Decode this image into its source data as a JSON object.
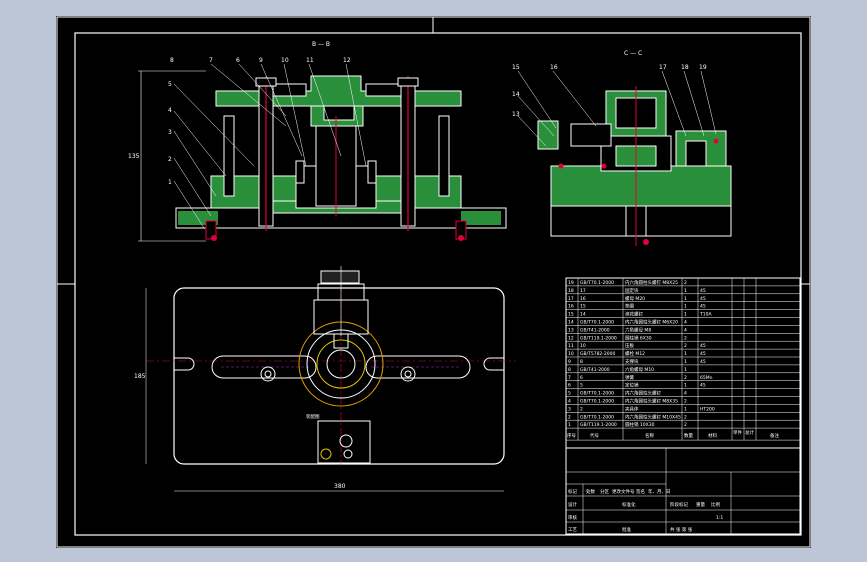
{
  "section_labels": {
    "front": "B — B",
    "side": "C — C"
  },
  "front_callouts": [
    "8",
    "7",
    "6",
    "9",
    "10",
    "11",
    "12",
    "5",
    "4",
    "3",
    "2",
    "1"
  ],
  "side_callouts": [
    "15",
    "16",
    "17",
    "18",
    "19",
    "14",
    "13"
  ],
  "dims": {
    "front_height": "135",
    "plan_height": "185",
    "plan_width": "380"
  },
  "plan_note": "装配图",
  "bom_rows": [
    {
      "no": "19",
      "code": "GB/T70.1-2000",
      "name": "内六角圆柱头螺钉 M8X25",
      "qty": "2",
      "mat": ""
    },
    {
      "no": "18",
      "code": "17",
      "name": "固定块",
      "qty": "1",
      "mat": "45"
    },
    {
      "no": "17",
      "code": "16",
      "name": "螺母 M20",
      "qty": "1",
      "mat": "45"
    },
    {
      "no": "16",
      "code": "15",
      "name": "垫圈",
      "qty": "1",
      "mat": "45"
    },
    {
      "no": "15",
      "code": "14",
      "name": "滚花螺钉",
      "qty": "1",
      "mat": "T10A"
    },
    {
      "no": "14",
      "code": "GB/T70.1-2000",
      "name": "内六角圆柱头螺钉 M6X20",
      "qty": "4",
      "mat": ""
    },
    {
      "no": "13",
      "code": "GB/T41-2000",
      "name": "六角螺母 M8",
      "qty": "4",
      "mat": ""
    },
    {
      "no": "12",
      "code": "GB/T119.1-2000",
      "name": "圆柱销 6X30",
      "qty": "2",
      "mat": ""
    },
    {
      "no": "11",
      "code": "10",
      "name": "压板",
      "qty": "2",
      "mat": "45"
    },
    {
      "no": "10",
      "code": "GB/T5782-2000",
      "name": "螺栓 M12",
      "qty": "1",
      "mat": "45"
    },
    {
      "no": "9",
      "code": "8",
      "name": "支撑块",
      "qty": "1",
      "mat": "45"
    },
    {
      "no": "8",
      "code": "GB/T41-2000",
      "name": "六角螺母 M10",
      "qty": "1",
      "mat": ""
    },
    {
      "no": "7",
      "code": "6",
      "name": "弹簧",
      "qty": "2",
      "mat": "65Mn"
    },
    {
      "no": "6",
      "code": "5",
      "name": "定位销",
      "qty": "1",
      "mat": "45"
    },
    {
      "no": "5",
      "code": "GB/T70.1-2000",
      "name": "内六角圆柱头螺钉",
      "qty": "4",
      "mat": ""
    },
    {
      "no": "4",
      "code": "GB/T70.1-2000",
      "name": "内六角圆柱头螺钉 M8X35",
      "qty": "2",
      "mat": ""
    },
    {
      "no": "3",
      "code": "2",
      "name": "夹具体",
      "qty": "1",
      "mat": "HT200"
    },
    {
      "no": "2",
      "code": "GB/T70.1-2000",
      "name": "内六角圆柱头螺钉 M10X45",
      "qty": "2",
      "mat": ""
    },
    {
      "no": "1",
      "code": "GB/T119.1-2000",
      "name": "圆柱销 10X30",
      "qty": "2",
      "mat": ""
    }
  ],
  "bom_header": {
    "no": "序号",
    "code": "代号",
    "name": "名称",
    "qty": "数量",
    "mat": "材料",
    "unit": "单件",
    "total": "总计",
    "weight": "重量",
    "remark": "备注"
  },
  "title_block": {
    "r1": [
      "标记",
      "处数",
      "分区",
      "更改文件号",
      "签名",
      "年、月、日"
    ],
    "r2": [
      "设计",
      "",
      "标准化"
    ],
    "r3": [
      "审核",
      ""
    ],
    "r4": [
      "工艺",
      "",
      "批准"
    ],
    "stage": "阶段标记",
    "weight": "重量",
    "scale": "比例",
    "scale_val": "1:1",
    "sheets": "共 张 第 张"
  }
}
